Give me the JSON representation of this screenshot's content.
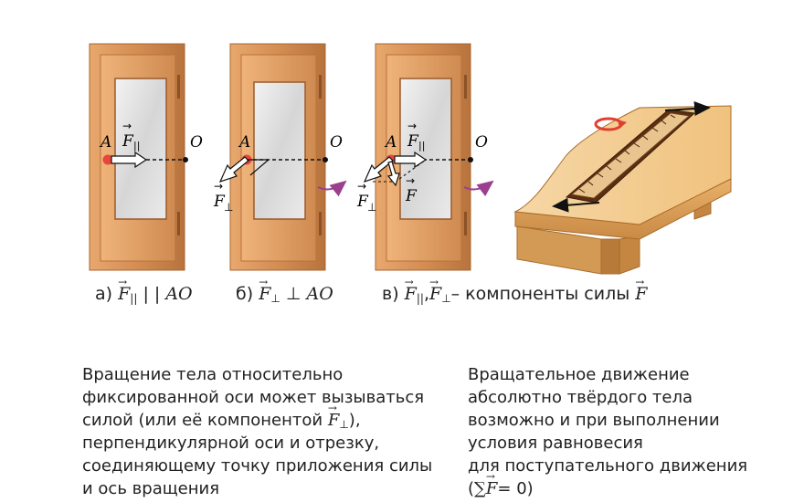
{
  "labels": {
    "a": "A",
    "o": "O",
    "f": "F",
    "par": "||",
    "perp": "⊥"
  },
  "captions": {
    "a_prefix": "а)",
    "a_rel": "| |",
    "a_ao": "AO",
    "b_prefix": "б)",
    "b_rel": "⊥",
    "b_ao": "AO",
    "c_prefix": "в)",
    "c_suffix": "– компоненты силы"
  },
  "left_text": {
    "line1": "Вращение тела относительно",
    "line2": "фиксированной оси может вызываться",
    "line3_pre": "силой (или её компонентой",
    "line3_post": "),",
    "line4": "перпендикулярной оси и отрезку,",
    "line5": "соединяющему точку приложения силы",
    "line6": "и ось вращения"
  },
  "right_text": {
    "line1": "Вращательное движение",
    "line2": "абсолютно твёрдого тела",
    "line3": "возможно и при выполнении",
    "line4": "условия равновесия",
    "line5": "для поступательного движения",
    "line6_pre": "(",
    "line6_sum": "∑",
    "line6_post": "= 0)"
  },
  "colors": {
    "door_frame": "#c9834a",
    "door_panel": "#dc9a5e",
    "glass": "#dcdcdc",
    "point": "#e8463c",
    "arrow_rotation": "#9b3f8f",
    "rotation_icon": "#e0402e",
    "board": "#f2c98e"
  }
}
